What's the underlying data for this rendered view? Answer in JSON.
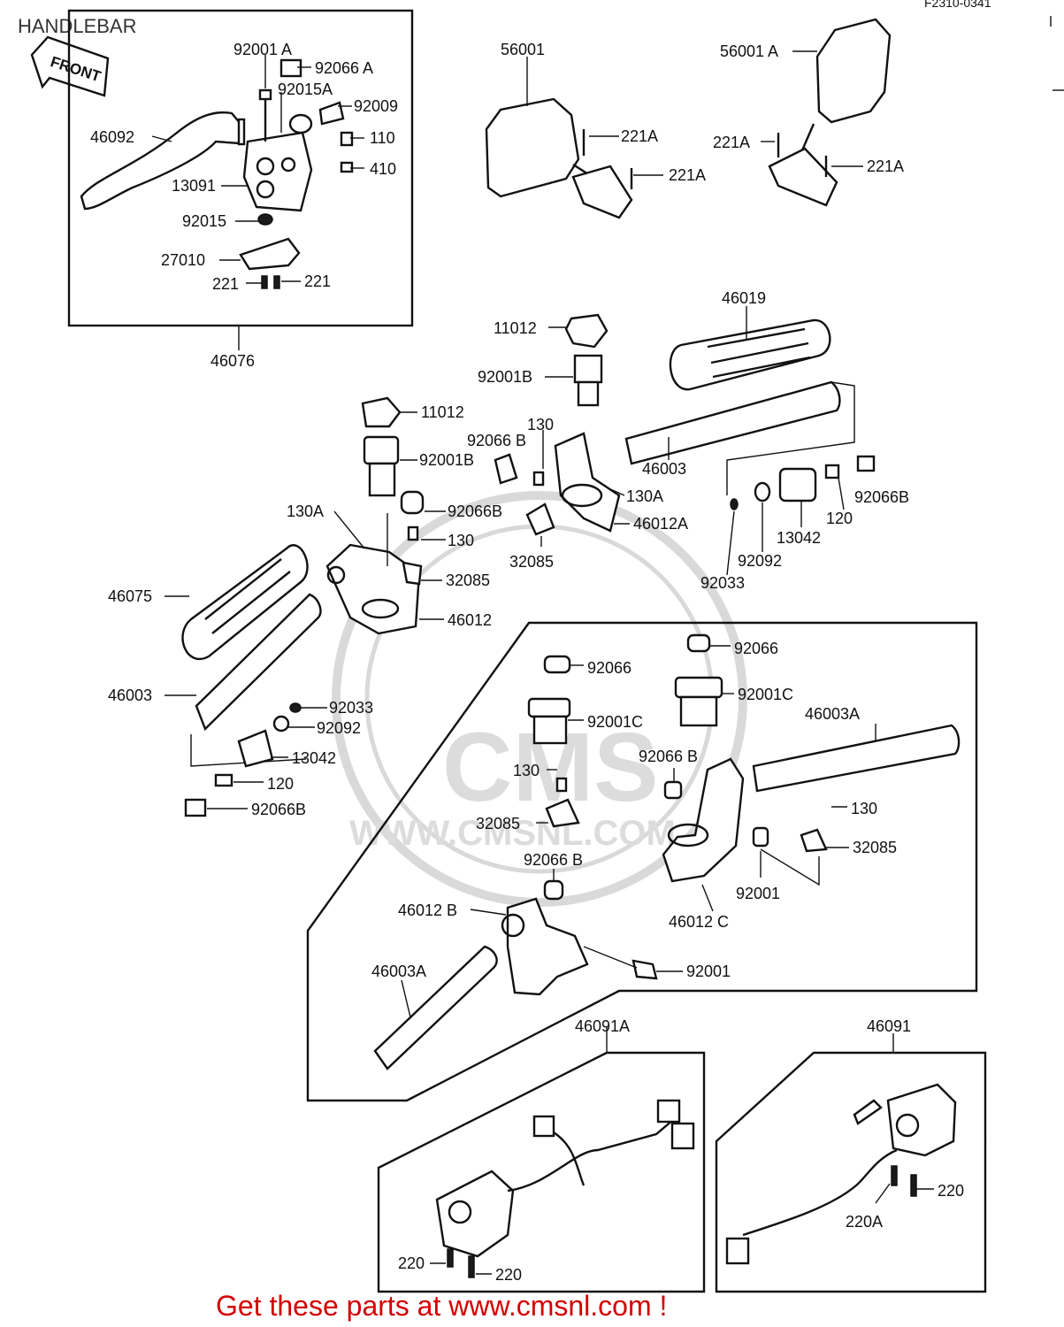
{
  "header": {
    "title": "HANDLEBAR",
    "code": "F2310-0341"
  },
  "front_arrow": {
    "label": "FRONT"
  },
  "watermark": {
    "logo_text": "CMS",
    "url_text": "WWW.CMSNL.COM"
  },
  "footer": {
    "text": "Get these parts at www.cmsnl.com !"
  },
  "callouts": {
    "c46092": "46092",
    "c92001A": "92001 A",
    "c92066A": "92066 A",
    "c92015A": "92015A",
    "c92009": "92009",
    "c110": "110",
    "c410": "410",
    "c13091": "13091",
    "c92015": "92015",
    "c27010": "27010",
    "c221a": "221",
    "c221b": "221",
    "c46076": "46076",
    "c56001": "56001",
    "c221A_1": "221A",
    "c221A_2": "221A",
    "c56001A": "56001 A",
    "c221A_3": "221A",
    "c221A_4": "221A",
    "c46019": "46019",
    "c11012_top": "11012",
    "c92001B_top": "92001B",
    "c130_top": "130",
    "c92066B_top": "92066 B",
    "c46003_top": "46003",
    "c130A_top": "130A",
    "c46012A": "46012A",
    "c32085_top": "32085",
    "c92066B_r": "92066B",
    "c120_r": "120",
    "c13042_r": "13042",
    "c92092_r": "92092",
    "c92033_r": "92033",
    "c11012_mid": "11012",
    "c92001B_mid": "92001B",
    "c130A_mid": "130A",
    "c92066B_mid": "92066B",
    "c130_mid": "130",
    "c32085_mid": "32085",
    "c46012": "46012",
    "c46075": "46075",
    "c46003_l": "46003",
    "c92033_l": "92033",
    "c92092_l": "92092",
    "c13042_l": "13042",
    "c120_l": "120",
    "c92066B_l": "92066B",
    "c92066_1": "92066",
    "c92066_2": "92066",
    "c92001C_1": "92001C",
    "c92001C_2": "92001C",
    "c46003A_r": "46003A",
    "c92066B_box": "92066 B",
    "c130_box1": "130",
    "c130_box2": "130",
    "c32085_box1": "32085",
    "c32085_box2": "32085",
    "c92001_box1": "92001",
    "c92066B_box2": "92066 B",
    "c46012B": "46012 B",
    "c46012C": "46012 C",
    "c46003A_l": "46003A",
    "c92001_box2": "92001",
    "c46091A": "46091A",
    "c46091": "46091",
    "c220_1": "220",
    "c220_2": "220",
    "c220_3": "220",
    "c220A": "220A"
  }
}
